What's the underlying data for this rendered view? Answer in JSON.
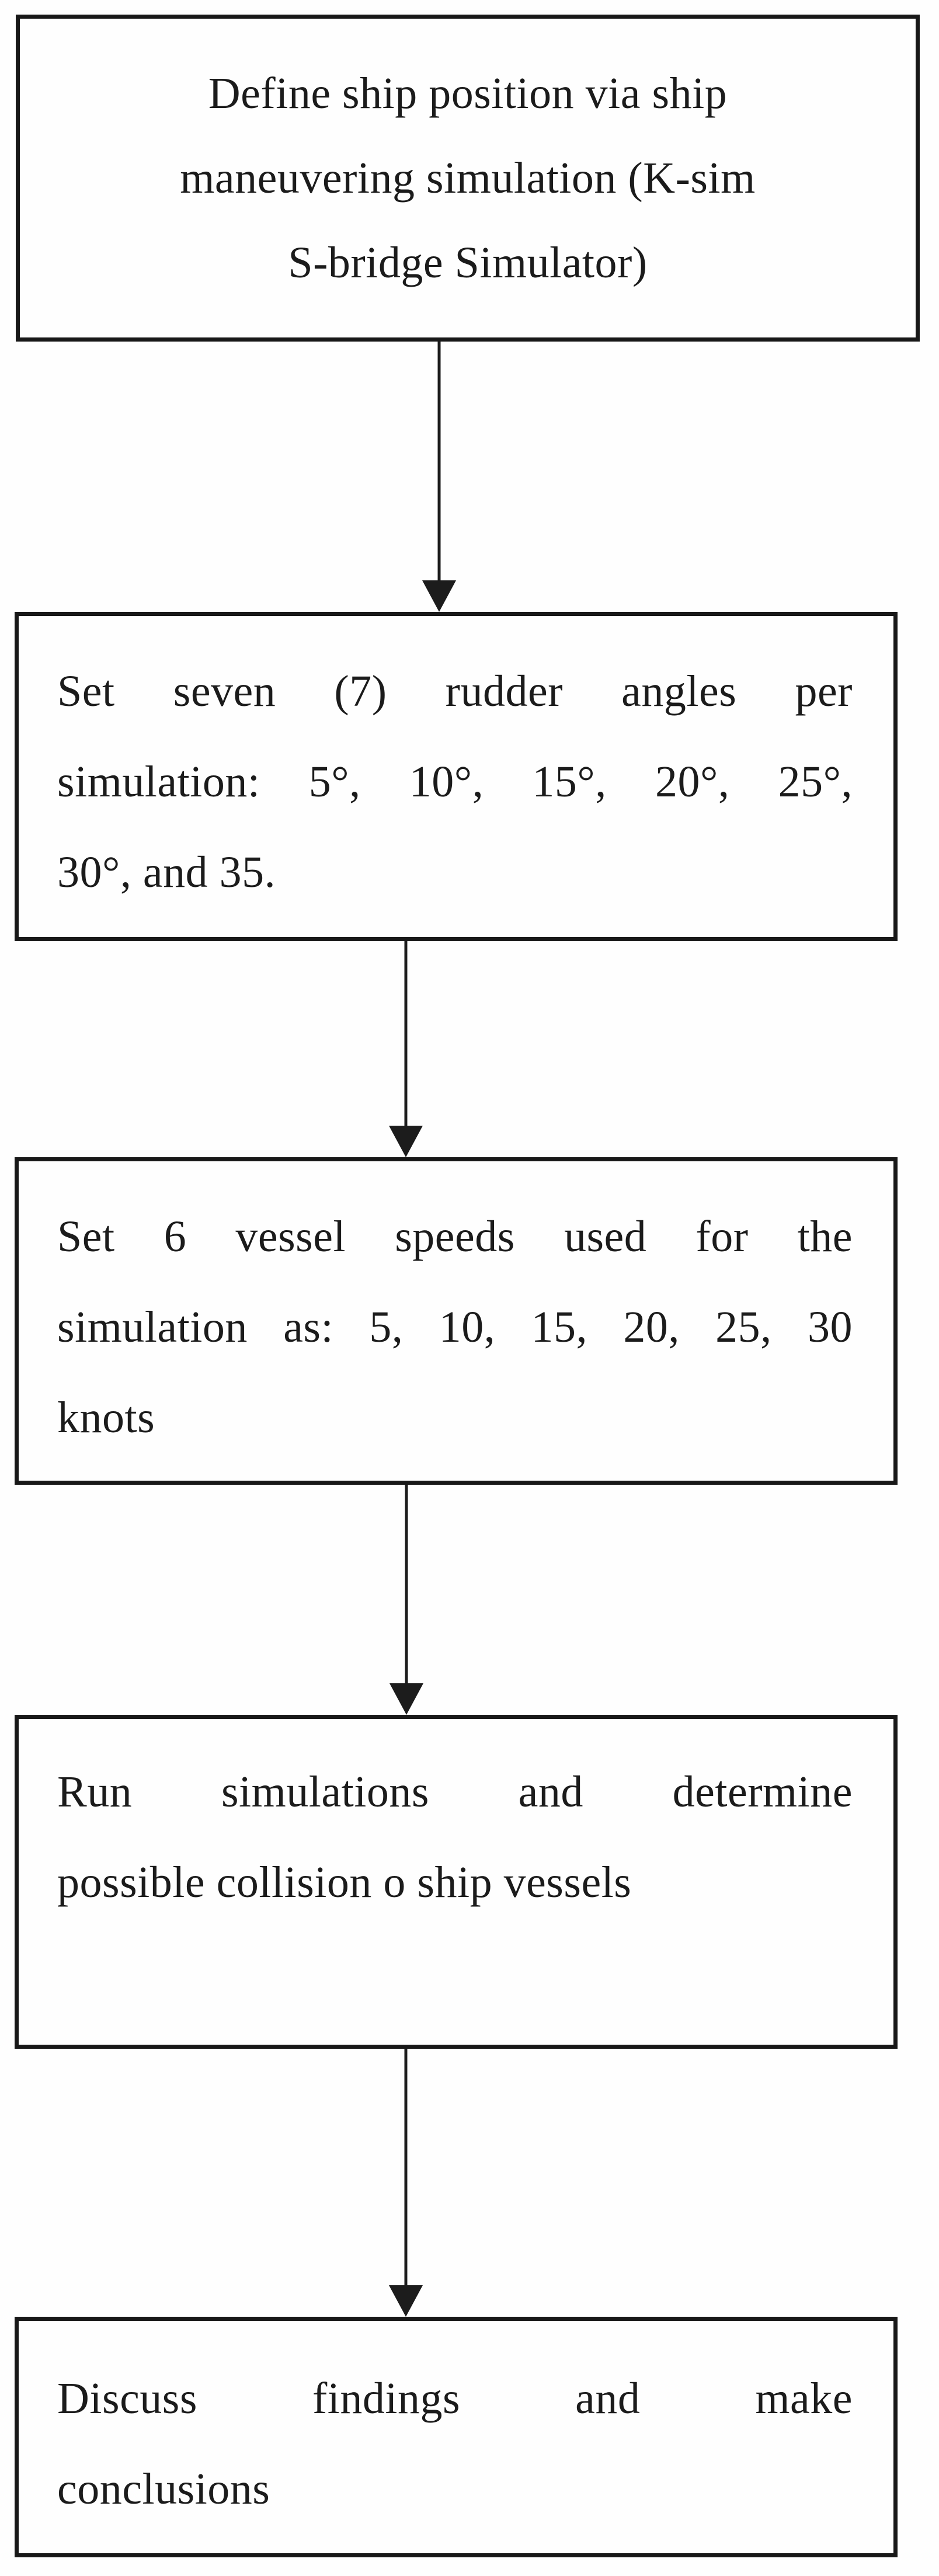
{
  "figure": {
    "type": "flowchart",
    "background_color": "#fefefe",
    "box_border_color": "#181818",
    "text_color": "#1b1b1b",
    "arrow_color": "#1c1c1c"
  },
  "flowchart": {
    "boxes": [
      {
        "id": "step-1",
        "align": "center",
        "lines": [
          "Define ship position via ship",
          "maneuvering simulation (K-sim",
          "S-bridge Simulator)"
        ]
      },
      {
        "id": "step-2",
        "align": "justify",
        "lines": [
          "Set seven (7) rudder angles per",
          "simulation: 5°, 10°, 15°, 20°, 25°,",
          "30°, and 35."
        ]
      },
      {
        "id": "step-3",
        "align": "justify",
        "lines": [
          "Set 6 vessel speeds used for the",
          "simulation as: 5, 10, 15, 20, 25, 30",
          "knots"
        ]
      },
      {
        "id": "step-4",
        "align": "justify",
        "lines": [
          "Run simulations and determine",
          "possible collision o ship vessels"
        ]
      },
      {
        "id": "step-5",
        "align": "justify",
        "lines": [
          "Discuss findings and make",
          "conclusions"
        ]
      }
    ],
    "connectors": [
      {
        "from": "step-1",
        "to": "step-2",
        "direction": "down"
      },
      {
        "from": "step-2",
        "to": "step-3",
        "direction": "down"
      },
      {
        "from": "step-3",
        "to": "step-4",
        "direction": "down"
      },
      {
        "from": "step-4",
        "to": "step-5",
        "direction": "down"
      }
    ]
  }
}
